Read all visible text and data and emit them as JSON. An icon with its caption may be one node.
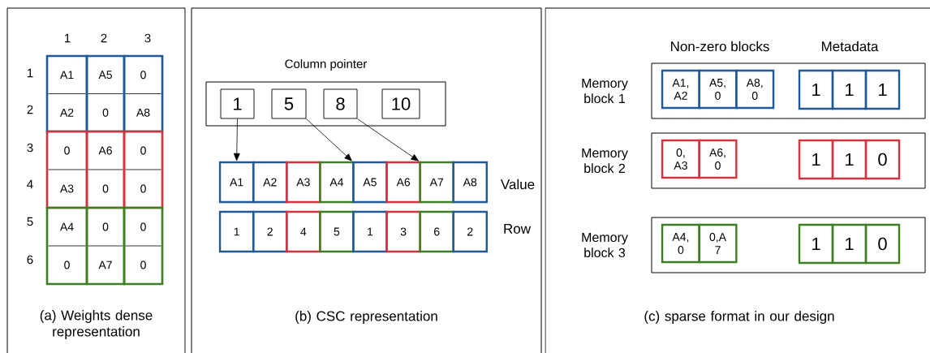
{
  "diagram": {
    "nodes": [
      {
        "text": [
          "(a) Weights dense representation"
        ]
      },
      {
        "text": [
          "A1",
          "A2"
        ],
        "in": 0
      },
      {
        "text": [
          "A5",
          "0"
        ],
        "in": 0
      },
      {
        "text": [
          "0",
          "A8"
        ],
        "in": 0
      },
      {
        "text": [
          "0",
          "A3"
        ],
        "in": 0
      },
      {
        "text": [
          "A6",
          "0"
        ],
        "in": 0
      },
      {
        "text": [
          "0",
          "0"
        ],
        "in": 0
      },
      {
        "text": [
          "A4",
          "0"
        ],
        "in": 0
      },
      {
        "text": [
          "0",
          "A7"
        ],
        "in": 0
      },
      {
        "text": [
          "0",
          "0"
        ],
        "in": 0
      },
      {
        "text": [
          "(b) CSC representation"
        ]
      },
      {
        "text": [
          "Column pointer"
        ],
        "in": 10
      },
      {
        "text": [
          "1"
        ],
        "in": 11
      },
      {
        "text": [
          "5"
        ],
        "in": 11
      },
      {
        "text": [
          "8"
        ],
        "in": 11
      },
      {
        "text": [
          "10"
        ],
        "in": 11
      },
      {
        "text": [
          "A1"
        ],
        "in": 10
      },
      {
        "text": [
          "A2"
        ],
        "in": 10
      },
      {
        "text": [
          "A3"
        ],
        "in": 10
      },
      {
        "text": [
          "A4"
        ],
        "in": 10
      },
      {
        "text": [
          "A5"
        ],
        "in": 10
      },
      {
        "text": [
          "A6"
        ],
        "in": 10
      },
      {
        "text": [
          "A7"
        ],
        "in": 10
      },
      {
        "text": [
          "A8"
        ],
        "in": 10
      },
      {
        "text": [
          "1"
        ],
        "in": 10
      },
      {
        "text": [
          "2"
        ],
        "in": 10
      },
      {
        "text": [
          "4"
        ],
        "in": 10
      },
      {
        "text": [
          "5"
        ],
        "in": 10
      },
      {
        "text": [
          "1"
        ],
        "in": 10
      },
      {
        "text": [
          "3"
        ],
        "in": 10
      },
      {
        "text": [
          "6"
        ],
        "in": 10
      },
      {
        "text": [
          "2"
        ],
        "in": 10
      },
      {
        "text": [
          "(c) sparse format in our design"
        ]
      },
      {
        "text": [],
        "shape": "box",
        "beside": [
          "Memory block 1"
        ],
        "in": 32
      },
      {
        "text": [
          "A1, A2"
        ],
        "in": 33
      },
      {
        "text": [
          "A5, 0"
        ],
        "in": 33
      },
      {
        "text": [
          "A8, 0"
        ],
        "in": 33
      },
      {
        "text": [
          "1"
        ],
        "in": 33
      },
      {
        "text": [
          "1"
        ],
        "in": 33
      },
      {
        "text": [
          "1"
        ],
        "in": 33
      },
      {
        "text": [],
        "shape": "box",
        "beside": [
          "Memory block 2"
        ],
        "in": 32
      },
      {
        "text": [
          "0, A3"
        ],
        "in": 40
      },
      {
        "text": [
          "A6, 0"
        ],
        "in": 40
      },
      {
        "text": [
          "1"
        ],
        "in": 40
      },
      {
        "text": [
          "1"
        ],
        "in": 40
      },
      {
        "text": [
          "0"
        ],
        "in": 40
      },
      {
        "text": [],
        "shape": "box",
        "beside": [
          "Memory block 3"
        ],
        "in": 32
      },
      {
        "text": [
          "A4, 0"
        ],
        "in": 46
      },
      {
        "text": [
          "0,A 7"
        ],
        "in": 46
      },
      {
        "text": [
          "1"
        ],
        "in": 46
      },
      {
        "text": [
          "1"
        ],
        "in": 46
      },
      {
        "text": [
          "0"
        ],
        "in": 46
      }
    ],
    "edges": [
      {
        "from": 12,
        "to": 16,
        "arrow": "to"
      },
      {
        "from": 13,
        "to": 20,
        "arrow": "to"
      },
      {
        "from": 14,
        "to": 22,
        "arrow": "to"
      }
    ],
    "labels": [
      "1",
      "2",
      "3",
      "1",
      "2",
      "3",
      "4",
      "5",
      "6",
      "Value",
      "Row",
      "Non-zero blocks",
      "Metadata"
    ]
  }
}
